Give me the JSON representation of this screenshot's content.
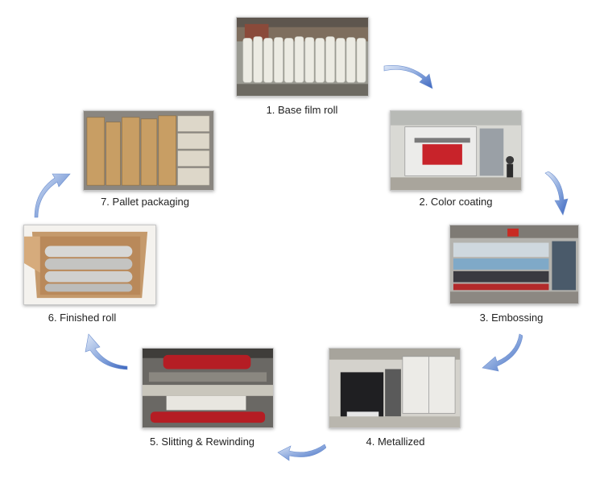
{
  "steps": [
    {
      "label": "1. Base film roll"
    },
    {
      "label": "2. Color coating"
    },
    {
      "label": "3. Embossing"
    },
    {
      "label": "4. Metallized"
    },
    {
      "label": "5. Slitting & Rewinding"
    },
    {
      "label": "6. Finished roll"
    },
    {
      "label": "7. Pallet packaging"
    }
  ],
  "colors": {
    "arrow_light": "#c9d8f2",
    "arrow_dark": "#4a72c4",
    "frame": "#c8c8c8"
  }
}
